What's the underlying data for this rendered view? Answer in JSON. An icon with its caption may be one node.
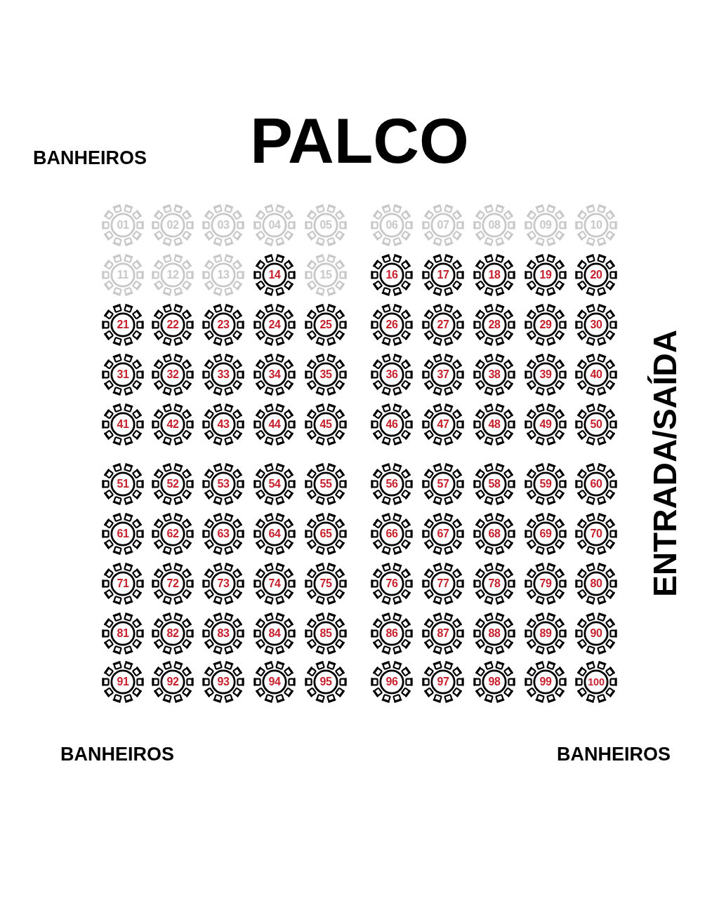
{
  "diagram": {
    "nodes": [
      {
        "text": [
          "01"
        ]
      },
      {
        "text": [
          "02"
        ]
      },
      {
        "text": [
          "03"
        ]
      },
      {
        "text": [
          "04"
        ]
      },
      {
        "text": [
          "05"
        ]
      },
      {
        "text": [
          "06"
        ]
      },
      {
        "text": [
          "07"
        ]
      },
      {
        "text": [
          "08"
        ]
      },
      {
        "text": [
          "09"
        ]
      },
      {
        "text": [
          "10"
        ]
      },
      {
        "text": [
          "11"
        ]
      },
      {
        "text": [
          "12"
        ]
      },
      {
        "text": [
          "13"
        ]
      },
      {
        "text": [
          "14"
        ]
      },
      {
        "text": [
          "15"
        ]
      },
      {
        "text": [
          "16"
        ]
      },
      {
        "text": [
          "17"
        ]
      },
      {
        "text": [
          "18"
        ]
      },
      {
        "text": [
          "19"
        ]
      },
      {
        "text": [
          "20"
        ]
      },
      {
        "text": [
          "21"
        ]
      },
      {
        "text": [
          "22"
        ]
      },
      {
        "text": [
          "23"
        ]
      },
      {
        "text": [
          "24"
        ]
      },
      {
        "text": [
          "25"
        ]
      },
      {
        "text": [
          "26"
        ]
      },
      {
        "text": [
          "27"
        ]
      },
      {
        "text": [
          "28"
        ]
      },
      {
        "text": [
          "29"
        ]
      },
      {
        "text": [
          "30"
        ]
      },
      {
        "text": [
          "31"
        ]
      },
      {
        "text": [
          "32"
        ]
      },
      {
        "text": [
          "33"
        ]
      },
      {
        "text": [
          "34"
        ]
      },
      {
        "text": [
          "35"
        ]
      },
      {
        "text": [
          "36"
        ]
      },
      {
        "text": [
          "37"
        ]
      },
      {
        "text": [
          "38"
        ]
      },
      {
        "text": [
          "39"
        ]
      },
      {
        "text": [
          "40"
        ]
      },
      {
        "text": [
          "41"
        ]
      },
      {
        "text": [
          "42"
        ]
      },
      {
        "text": [
          "43"
        ]
      },
      {
        "text": [
          "44"
        ]
      },
      {
        "text": [
          "45"
        ]
      },
      {
        "text": [
          "46"
        ]
      },
      {
        "text": [
          "47"
        ]
      },
      {
        "text": [
          "48"
        ]
      },
      {
        "text": [
          "49"
        ]
      },
      {
        "text": [
          "50"
        ]
      },
      {
        "text": [
          "51"
        ]
      },
      {
        "text": [
          "52"
        ]
      },
      {
        "text": [
          "53"
        ]
      },
      {
        "text": [
          "54"
        ]
      },
      {
        "text": [
          "55"
        ]
      },
      {
        "text": [
          "56"
        ]
      },
      {
        "text": [
          "57"
        ]
      },
      {
        "text": [
          "58"
        ]
      },
      {
        "text": [
          "59"
        ]
      },
      {
        "text": [
          "60"
        ]
      },
      {
        "text": [
          "61"
        ]
      },
      {
        "text": [
          "62"
        ]
      },
      {
        "text": [
          "63"
        ]
      },
      {
        "text": [
          "64"
        ]
      },
      {
        "text": [
          "65"
        ]
      },
      {
        "text": [
          "66"
        ]
      },
      {
        "text": [
          "67"
        ]
      },
      {
        "text": [
          "68"
        ]
      },
      {
        "text": [
          "69"
        ]
      },
      {
        "text": [
          "70"
        ]
      },
      {
        "text": [
          "71"
        ]
      },
      {
        "text": [
          "72"
        ]
      },
      {
        "text": [
          "73"
        ]
      },
      {
        "text": [
          "74"
        ]
      },
      {
        "text": [
          "75"
        ]
      },
      {
        "text": [
          "76"
        ]
      },
      {
        "text": [
          "77"
        ]
      },
      {
        "text": [
          "78"
        ]
      },
      {
        "text": [
          "79"
        ]
      },
      {
        "text": [
          "80"
        ]
      },
      {
        "text": [
          "81"
        ]
      },
      {
        "text": [
          "82"
        ]
      },
      {
        "text": [
          "83"
        ]
      },
      {
        "text": [
          "84"
        ]
      },
      {
        "text": [
          "85"
        ]
      },
      {
        "text": [
          "86"
        ]
      },
      {
        "text": [
          "87"
        ]
      },
      {
        "text": [
          "88"
        ]
      },
      {
        "text": [
          "89"
        ]
      },
      {
        "text": [
          "90"
        ]
      },
      {
        "text": [
          "91"
        ]
      },
      {
        "text": [
          "92"
        ]
      },
      {
        "text": [
          "93"
        ]
      },
      {
        "text": [
          "94"
        ]
      },
      {
        "text": [
          "95"
        ]
      },
      {
        "text": [
          "96"
        ]
      },
      {
        "text": [
          "97"
        ]
      },
      {
        "text": [
          "98"
        ]
      },
      {
        "text": [
          "99"
        ]
      },
      {
        "text": [
          "100"
        ]
      }
    ],
    "labels": [
      "BANHEIROS",
      "PALCO",
      "ENTRADA/SAÍDA",
      "BANHEIROS",
      "BANHEIROS"
    ]
  }
}
